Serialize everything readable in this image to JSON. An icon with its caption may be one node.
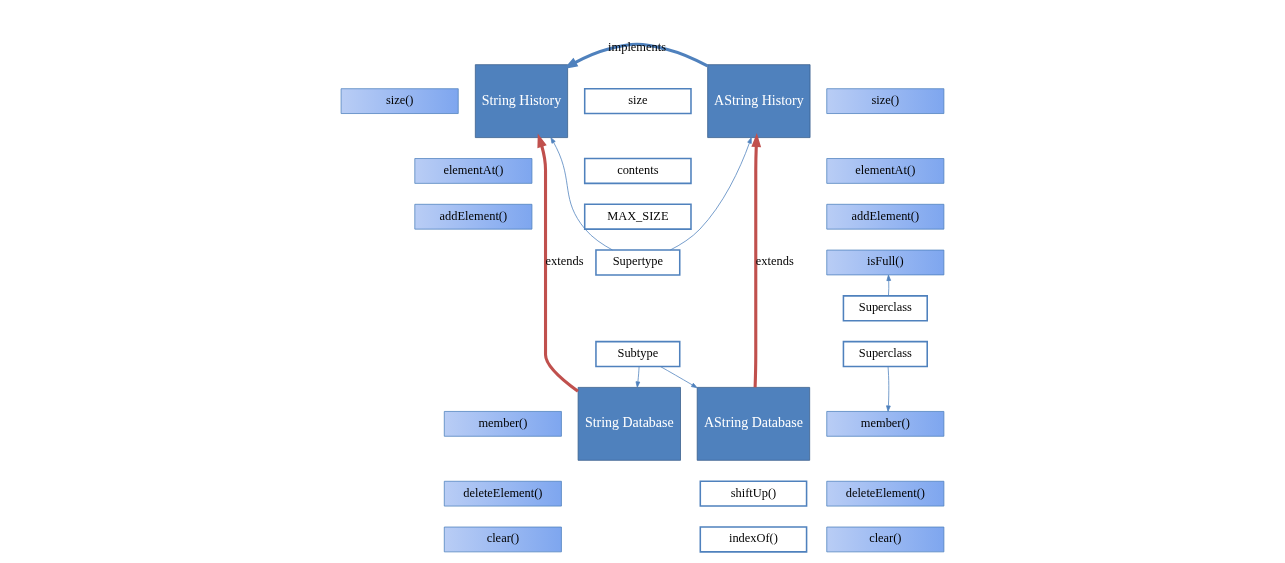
{
  "diagram": {
    "nodes": [
      {
        "text": [
          "size()"
        ]
      },
      {
        "text": [
          "elementAt()"
        ]
      },
      {
        "text": [
          "addElement()"
        ]
      },
      {
        "text": [
          "String History"
        ]
      },
      {
        "text": [
          "size"
        ]
      },
      {
        "text": [
          "contents"
        ]
      },
      {
        "text": [
          "MAX_SIZE"
        ]
      },
      {
        "text": [
          "AString History"
        ]
      },
      {
        "text": [
          "size()"
        ]
      },
      {
        "text": [
          "elementAt()"
        ]
      },
      {
        "text": [
          "addElement()"
        ]
      },
      {
        "text": [
          "isFull()"
        ]
      },
      {
        "text": [
          "Supertype"
        ]
      },
      {
        "text": [
          "Superclass"
        ]
      },
      {
        "text": [
          "Superclass"
        ]
      },
      {
        "text": [
          "Subtype"
        ]
      },
      {
        "text": [
          "member()"
        ]
      },
      {
        "text": [
          "deleteElement()"
        ]
      },
      {
        "text": [
          "clear()"
        ]
      },
      {
        "text": [
          "String Database"
        ]
      },
      {
        "text": [
          "shiftUp()"
        ]
      },
      {
        "text": [
          "indexOf()"
        ]
      },
      {
        "text": [
          "AString Database"
        ]
      },
      {
        "text": [
          "member()"
        ]
      },
      {
        "text": [
          "deleteElement()"
        ]
      },
      {
        "text": [
          "clear()"
        ]
      }
    ],
    "edges": [
      {
        "from": 12,
        "to": 3,
        "arrow": "to"
      },
      {
        "from": 12,
        "to": 7,
        "arrow": "to"
      },
      {
        "from": 13,
        "to": 11,
        "arrow": "to"
      },
      {
        "from": 19,
        "to": 3,
        "arrow": "to",
        "label": "extends",
        "style": "thick",
        "color": "#c0504d"
      },
      {
        "from": 7,
        "to": 3,
        "arrow": "to",
        "label": "implements",
        "style": "thick"
      },
      {
        "from": 22,
        "to": 7,
        "arrow": "to",
        "label": "extends",
        "style": "thick",
        "color": "#c0504d"
      },
      {
        "from": 15,
        "to": 19,
        "arrow": "to"
      },
      {
        "from": 15,
        "to": 22,
        "arrow": "to"
      },
      {
        "from": 14,
        "to": 23,
        "arrow": "to"
      }
    ]
  }
}
